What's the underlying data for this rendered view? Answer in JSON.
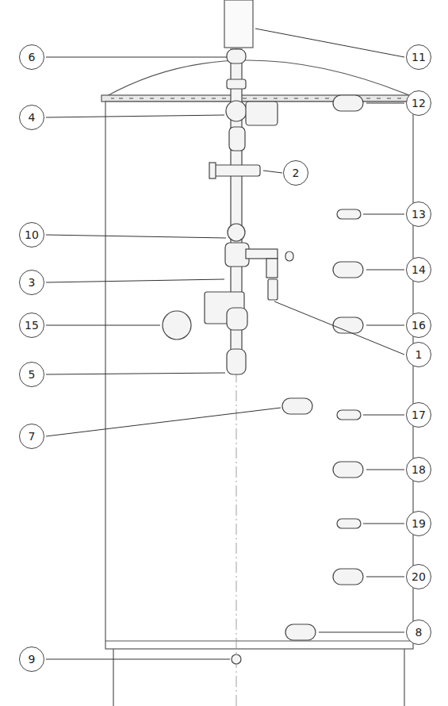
{
  "diagram": {
    "labels": [
      "6",
      "11",
      "4",
      "12",
      "2",
      "10",
      "13",
      "3",
      "14",
      "15",
      "16",
      "1",
      "5",
      "7",
      "17",
      "18",
      "19",
      "20",
      "8",
      "9"
    ]
  }
}
